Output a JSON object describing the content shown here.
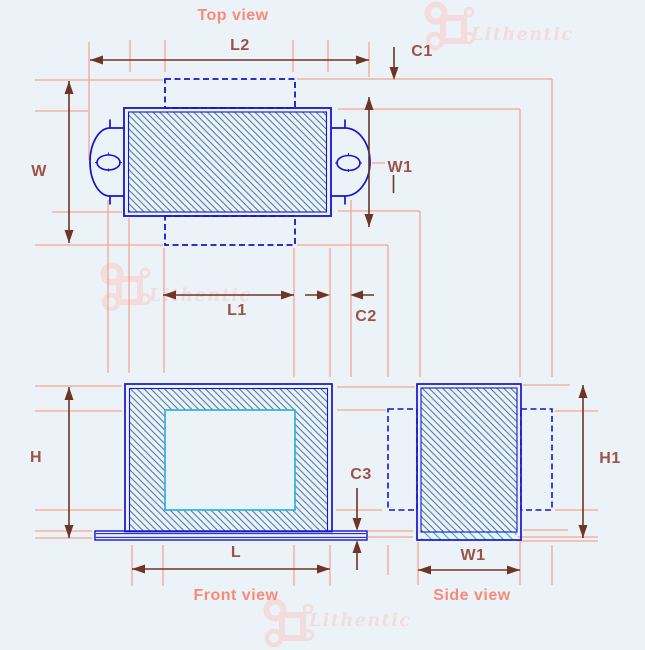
{
  "drawing": {
    "view_titles": {
      "top": "Top view",
      "front": "Front view",
      "side": "Side view"
    },
    "dimension_labels": {
      "l2": "L2",
      "c1": "C1",
      "w": "W",
      "w1_top": "W1",
      "l1": "L1",
      "c2": "C2",
      "h": "H",
      "c3": "C3",
      "h1": "H1",
      "l": "L",
      "w1_side": "W1"
    }
  },
  "watermark": {
    "text": "Lithentic"
  },
  "colors": {
    "background": "#ecf3f8",
    "outline_blue": "#1515cd",
    "core_hatch": "#44739f",
    "lamination_hatch": "#38b5e3",
    "window_border": "#2fb0e0",
    "extension_line": "#f5a58f",
    "dimension_line": "#6e3424",
    "dimension_label": "#9c5345",
    "view_title": "#f78b78",
    "watermark": "#f3dcdb"
  }
}
